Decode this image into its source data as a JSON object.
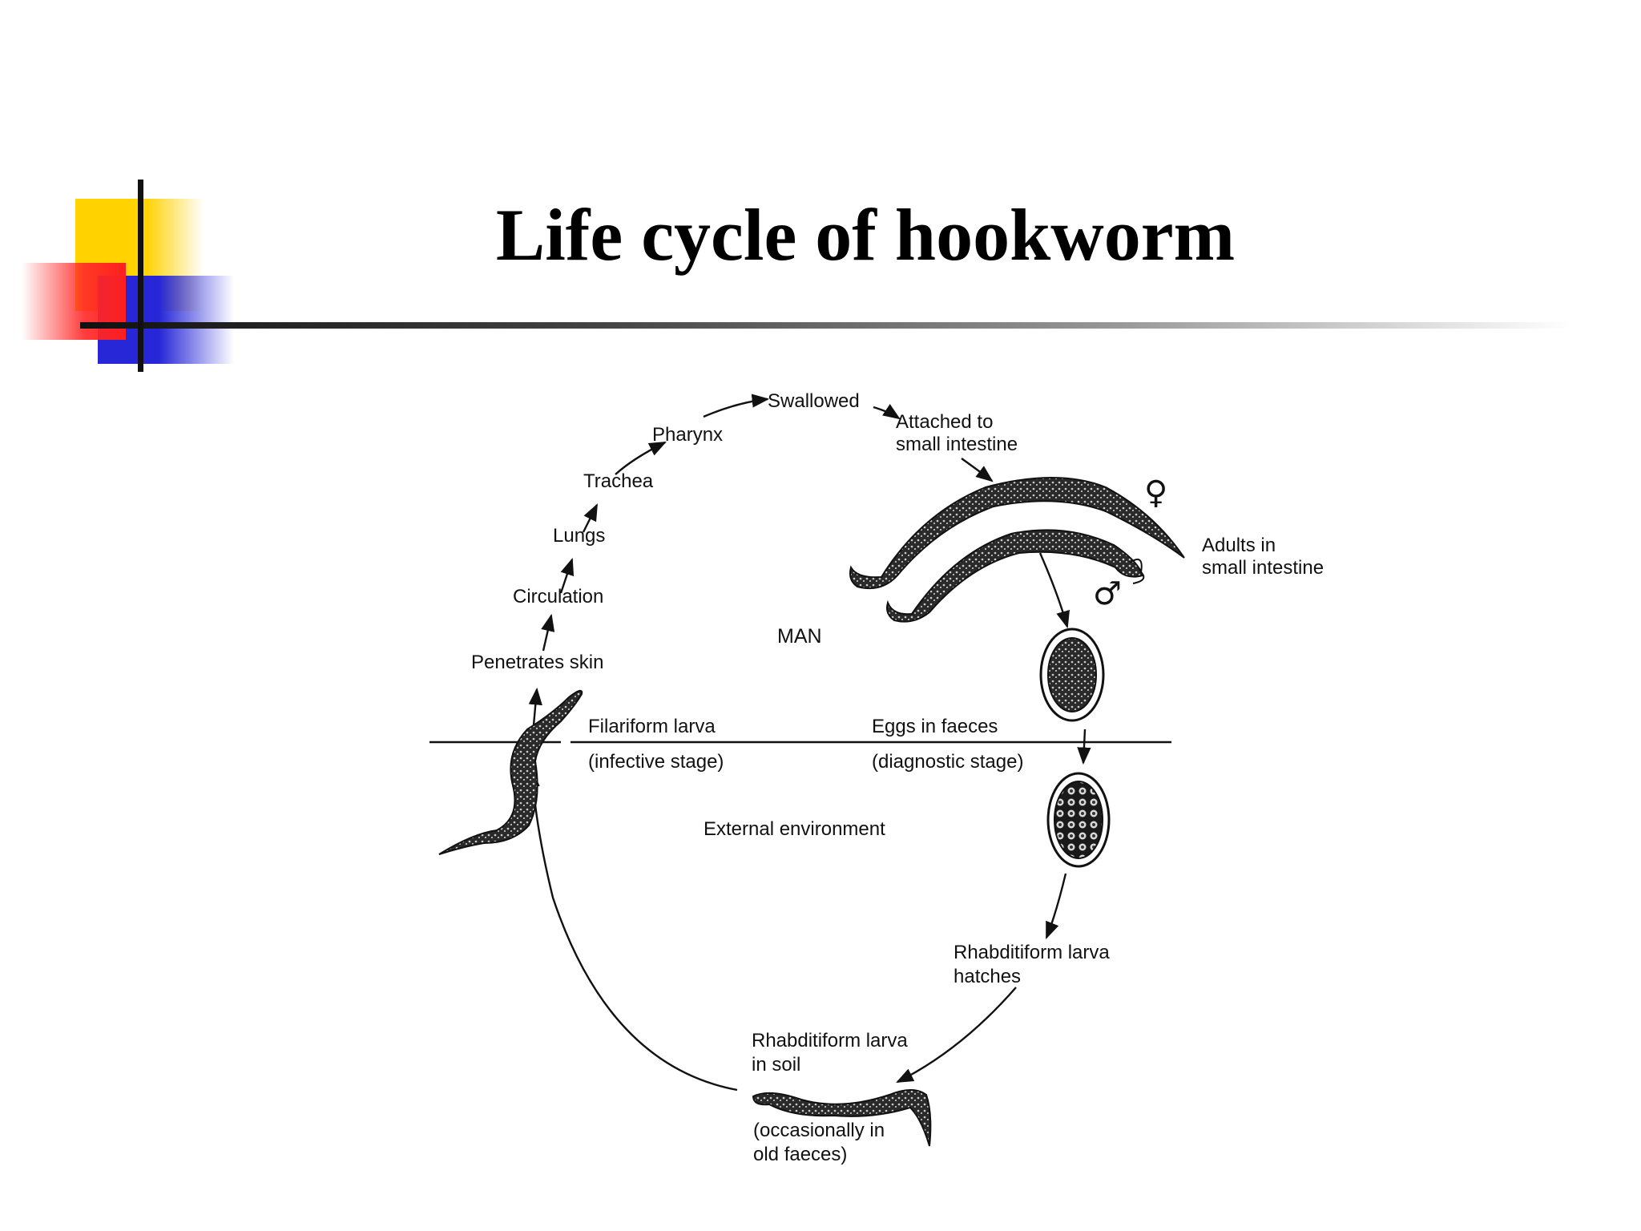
{
  "slide": {
    "title": "Life cycle of hookworm"
  },
  "diagram": {
    "regions": {
      "host": "MAN",
      "environment": "External environment"
    },
    "stages": {
      "swallowed": "Swallowed",
      "attached": [
        "Attached to",
        "small intestine"
      ],
      "pharynx": "Pharynx",
      "trachea": "Trachea",
      "lungs": "Lungs",
      "circulation": "Circulation",
      "penetrates": "Penetrates skin",
      "adults": [
        "Adults in",
        "small intestine"
      ],
      "filariform": [
        "Filariform larva",
        "(infective stage)"
      ],
      "eggs": [
        "Eggs in faeces",
        "(diagnostic stage)"
      ],
      "rhabditiform_hatches": [
        "Rhabditiform larva",
        "hatches"
      ],
      "rhabditiform_soil": [
        "Rhabditiform larva",
        "in soil"
      ],
      "occasionally": [
        "(occasionally in",
        "old faeces)"
      ]
    },
    "symbols": {
      "female": "♀",
      "male": "♂"
    }
  }
}
